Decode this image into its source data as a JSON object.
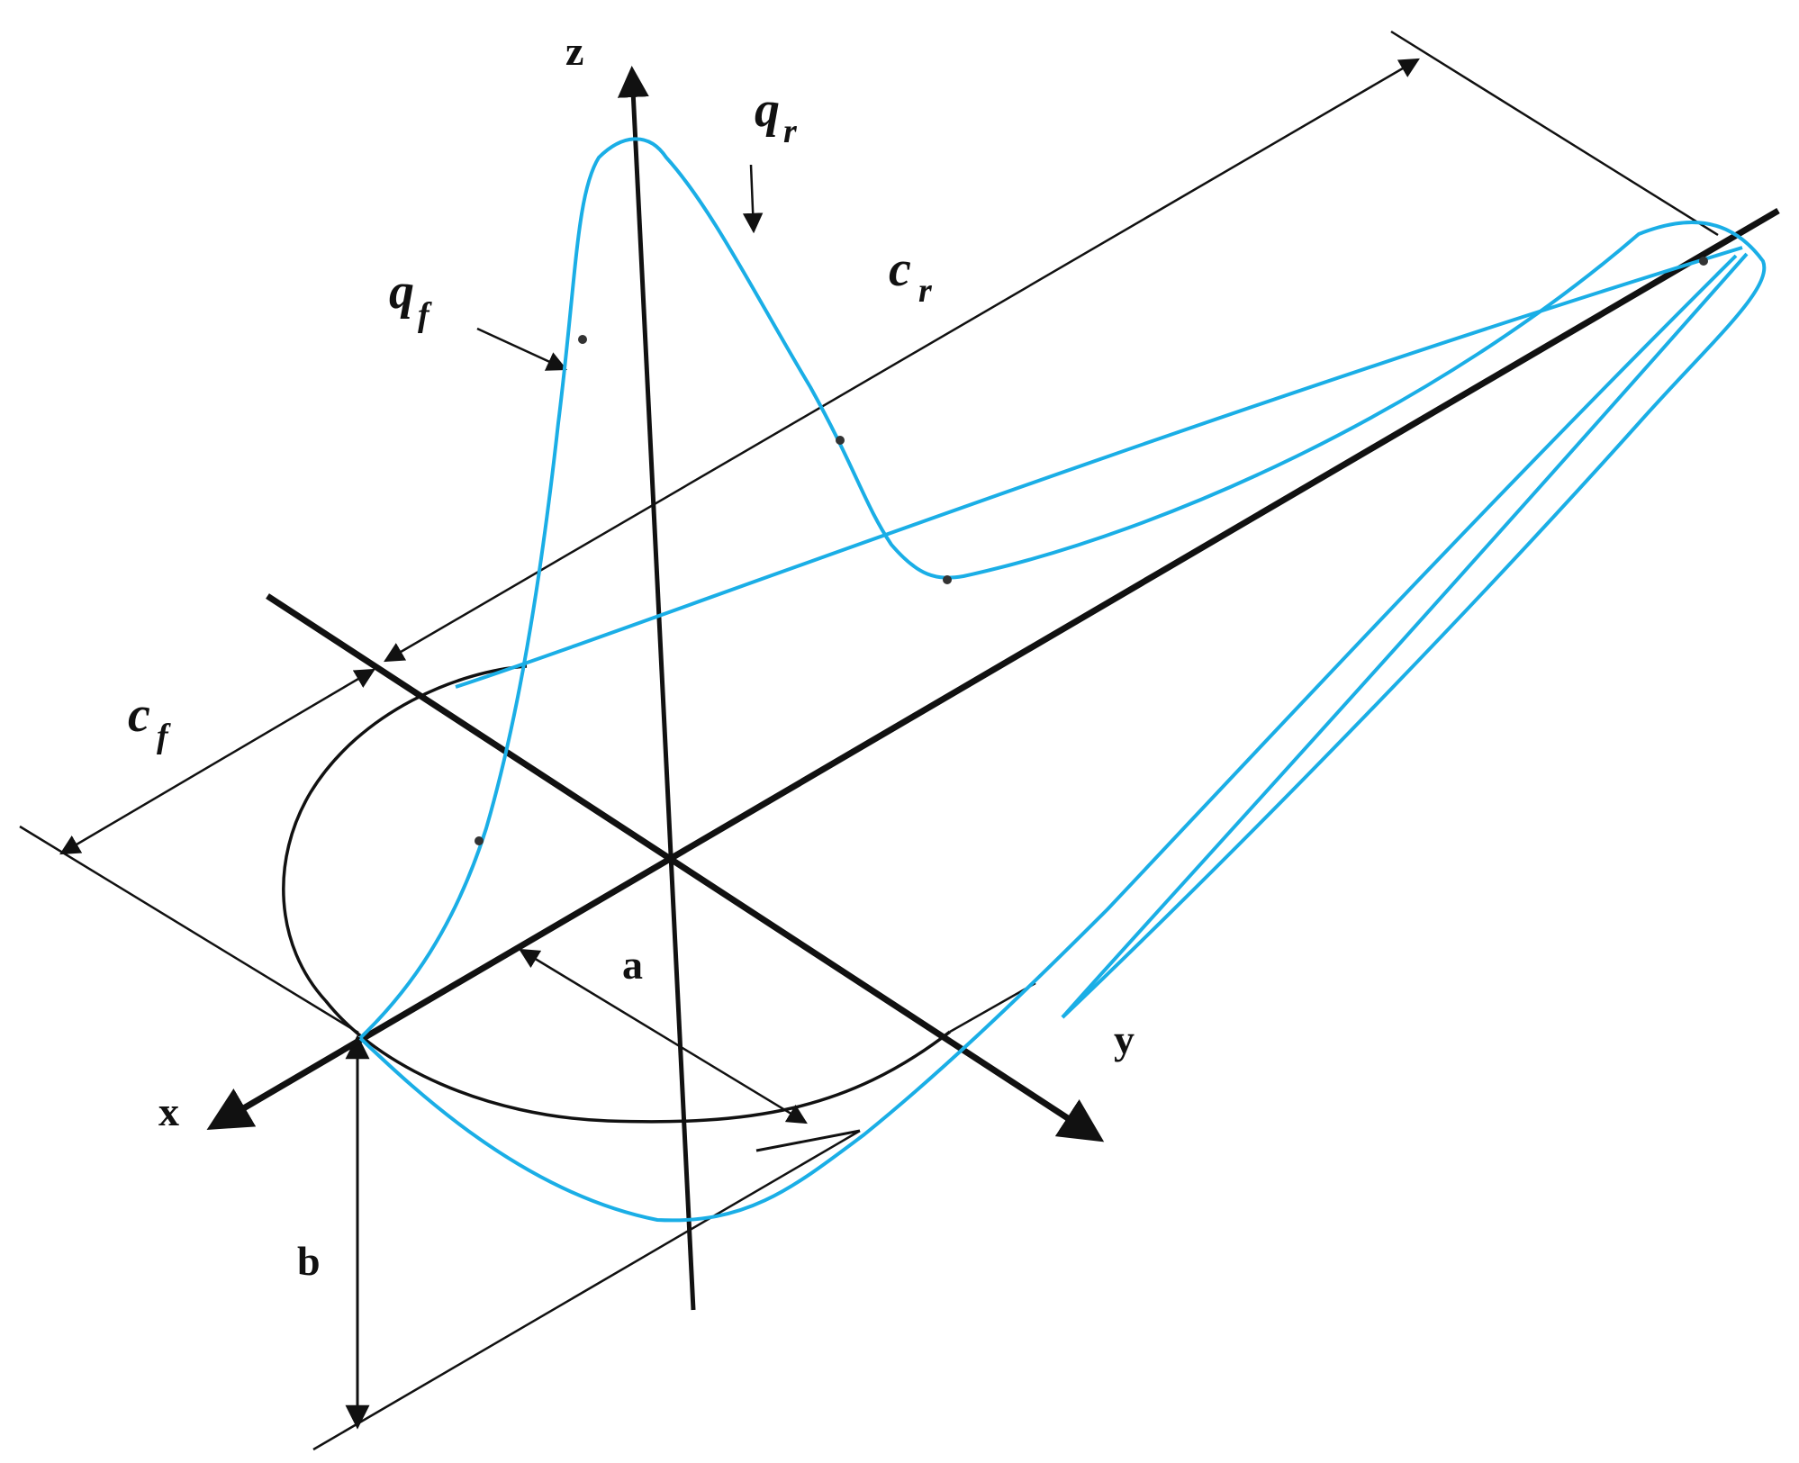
{
  "axes": {
    "x_label": "x",
    "y_label": "y",
    "z_label": "z"
  },
  "dimensions": {
    "a_label": "a",
    "b_label": "b",
    "cf_main": "c",
    "cf_sub": "f",
    "cr_main": "c",
    "cr_sub": "r"
  },
  "flux": {
    "qf_main": "q",
    "qf_sub": "f",
    "qr_main": "q",
    "qr_sub": "r"
  },
  "colors": {
    "heat_flux_curve": "#1aaee6",
    "lines": "#111111"
  }
}
